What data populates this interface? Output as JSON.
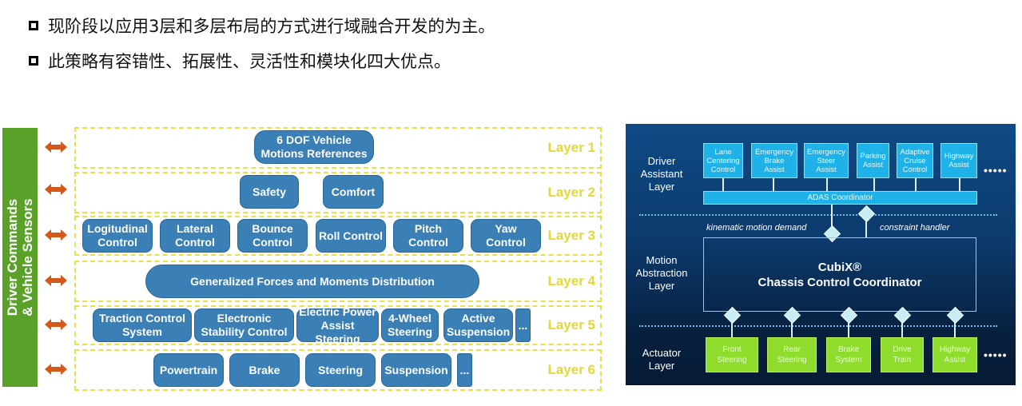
{
  "bullets": [
    "现阶段以应用3层和多层布局的方式进行域融合开发的为主。",
    "此策略有容错性、拓展性、灵活性和模块化四大优点。"
  ],
  "left_diagram": {
    "side_label_line1": "Driver Commands",
    "side_label_line2": "& Vehicle Sensors",
    "layers": [
      {
        "label": "Layer 1",
        "blocks": [
          {
            "line1": "6 DOF Vehicle",
            "line2": "Motions References"
          }
        ]
      },
      {
        "label": "Layer 2",
        "blocks": [
          {
            "line1": "Safety"
          },
          {
            "line1": "Comfort"
          }
        ]
      },
      {
        "label": "Layer 3",
        "blocks": [
          {
            "line1": "Logitudinal",
            "line2": "Control"
          },
          {
            "line1": "Lateral",
            "line2": "Control"
          },
          {
            "line1": "Bounce",
            "line2": "Control"
          },
          {
            "line1": "Roll Control"
          },
          {
            "line1": "Pitch",
            "line2": "Control"
          },
          {
            "line1": "Yaw",
            "line2": "Control"
          }
        ]
      },
      {
        "label": "Layer 4",
        "blocks": [
          {
            "line1": "Generalized Forces and Moments Distribution"
          }
        ]
      },
      {
        "label": "Layer 5",
        "blocks": [
          {
            "line1": "Traction Control",
            "line2": "System"
          },
          {
            "line1": "Electronic",
            "line2": "Stability Control"
          },
          {
            "line1": "Electric Power",
            "line2": "Assist Steering"
          },
          {
            "line1": "4-Wheel",
            "line2": "Steering"
          },
          {
            "line1": "Active",
            "line2": "Suspension"
          },
          {
            "line1": "..."
          }
        ]
      },
      {
        "label": "Layer 6",
        "blocks": [
          {
            "line1": "Powertrain"
          },
          {
            "line1": "Brake"
          },
          {
            "line1": "Steering"
          },
          {
            "line1": "Suspension"
          },
          {
            "line1": "..."
          }
        ]
      }
    ]
  },
  "right_diagram": {
    "driver_layer_label": [
      "Driver",
      "Assistant",
      "Layer"
    ],
    "motion_layer_label": [
      "Motion",
      "Abstraction",
      "Layer"
    ],
    "actuator_layer_label": [
      "Actuator",
      "Layer"
    ],
    "adas_functions": [
      [
        "Lane",
        "Centering",
        "Control"
      ],
      [
        "Emergency",
        "Brake",
        "Assist"
      ],
      [
        "Emergency",
        "Steer",
        "Assist"
      ],
      [
        "Parking",
        "Assist"
      ],
      [
        "Adaptive",
        "Cruise",
        "Control"
      ],
      [
        "Highway",
        "Assist"
      ]
    ],
    "more": "•••••",
    "adas_coordinator": "ADAS Coordinator",
    "kinematic_label": "kinematic motion demand",
    "constraint_label": "constraint handler",
    "coordinator_title": "CubiX®",
    "coordinator_subtitle": "Chassis Control Coordinator",
    "actuators": [
      [
        "Front",
        "Steering"
      ],
      [
        "Rear",
        "Steering"
      ],
      [
        "Brake",
        "System"
      ],
      [
        "Drive",
        "Train"
      ],
      [
        "Highway",
        "Assist"
      ]
    ]
  },
  "colors": {
    "side_bar_green": "#5aa12a",
    "block_blue": "#3a7fb6",
    "layer_border_yellow": "#e8e04a",
    "arrow_orange": "#d4581a",
    "adas_cyan": "#1fb2e8",
    "actuator_green": "#8fdc2c",
    "panel_navy": "#0c3a6c"
  }
}
